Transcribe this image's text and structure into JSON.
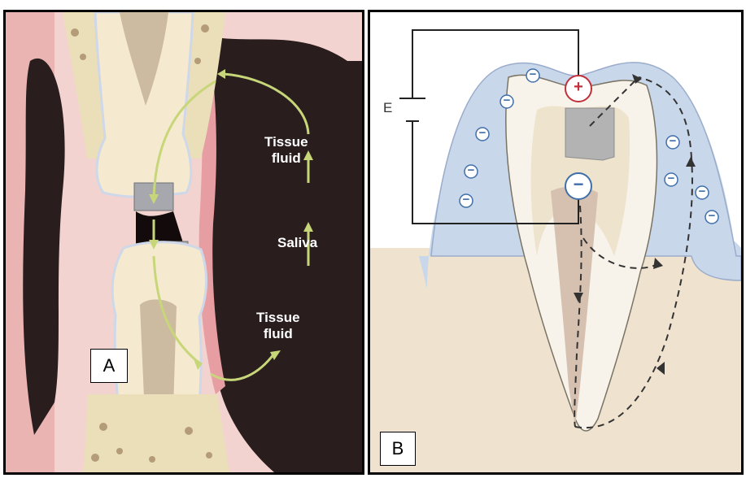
{
  "panel_a": {
    "label": "A",
    "flow_labels": {
      "tissue_fluid_upper": "Tissue\nfluid",
      "saliva": "Saliva",
      "tissue_fluid_lower": "Tissue\nfluid"
    },
    "colors": {
      "arrow": "#c8d67a",
      "background": "#2a1d1e",
      "gum": "#e9a7a9",
      "enamel": "#f3e7c4",
      "bone": "#eadfb9",
      "filling": "#a7a8ad"
    }
  },
  "panel_b": {
    "label": "B",
    "battery_label": "E",
    "plus_sign": "+",
    "minus_sign": "−",
    "charge_symbol": "−",
    "colors": {
      "gum": "#c9d7ea",
      "bone": "#efe2cf",
      "pulp": "#d6c0b0",
      "positive": "#c0303a",
      "negative": "#3f6faa"
    }
  }
}
